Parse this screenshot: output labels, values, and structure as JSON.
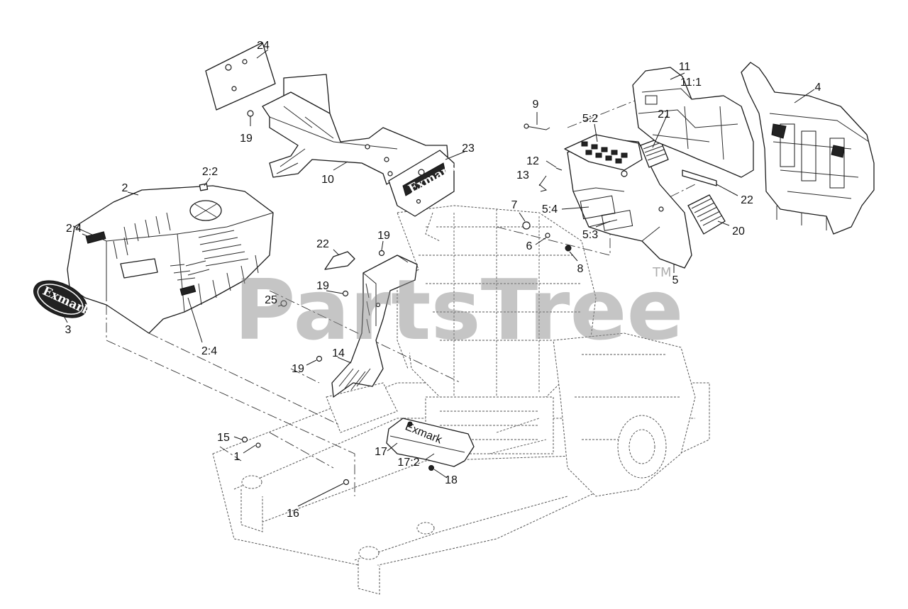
{
  "watermark": {
    "text": "PartsTree",
    "trademark": "TM"
  },
  "logo": {
    "text": "Exmark"
  },
  "decal_text": {
    "cover": "Exmark",
    "bracket": "Exmark"
  },
  "callouts": [
    {
      "id": "c1",
      "label": "1"
    },
    {
      "id": "c2",
      "label": "2"
    },
    {
      "id": "c2-2",
      "label": "2:2"
    },
    {
      "id": "c2-4a",
      "label": "2:4"
    },
    {
      "id": "c2-4b",
      "label": "2:4"
    },
    {
      "id": "c3",
      "label": "3"
    },
    {
      "id": "c4",
      "label": "4"
    },
    {
      "id": "c5",
      "label": "5"
    },
    {
      "id": "c5-2",
      "label": "5:2"
    },
    {
      "id": "c5-3",
      "label": "5:3"
    },
    {
      "id": "c5-4",
      "label": "5:4"
    },
    {
      "id": "c6",
      "label": "6"
    },
    {
      "id": "c7",
      "label": "7"
    },
    {
      "id": "c8",
      "label": "8"
    },
    {
      "id": "c9",
      "label": "9"
    },
    {
      "id": "c10",
      "label": "10"
    },
    {
      "id": "c11",
      "label": "11"
    },
    {
      "id": "c11-1",
      "label": "11:1"
    },
    {
      "id": "c12",
      "label": "12"
    },
    {
      "id": "c13",
      "label": "13"
    },
    {
      "id": "c14",
      "label": "14"
    },
    {
      "id": "c15",
      "label": "15"
    },
    {
      "id": "c16",
      "label": "16"
    },
    {
      "id": "c17",
      "label": "17"
    },
    {
      "id": "c17-2",
      "label": "17:2"
    },
    {
      "id": "c18",
      "label": "18"
    },
    {
      "id": "c19a",
      "label": "19"
    },
    {
      "id": "c19b",
      "label": "19"
    },
    {
      "id": "c19c",
      "label": "19"
    },
    {
      "id": "c19d",
      "label": "19"
    },
    {
      "id": "c20",
      "label": "20"
    },
    {
      "id": "c21",
      "label": "21"
    },
    {
      "id": "c22a",
      "label": "22"
    },
    {
      "id": "c22b",
      "label": "22"
    },
    {
      "id": "c23",
      "label": "23"
    },
    {
      "id": "c24",
      "label": "24"
    },
    {
      "id": "c25",
      "label": "25"
    }
  ]
}
